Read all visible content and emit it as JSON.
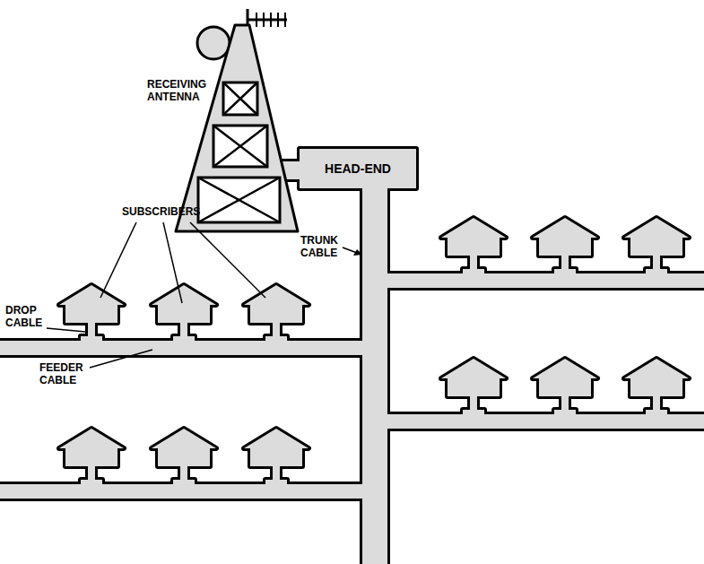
{
  "diagram": {
    "nodes": [
      {
        "text": [
          "HEAD-END"
        ]
      }
    ],
    "labels": [
      "RECEIVING ANTENNA",
      "TRUNK CABLE",
      "SUBSCRIBERS",
      "DROP CABLE",
      "FEEDER CABLE"
    ]
  }
}
